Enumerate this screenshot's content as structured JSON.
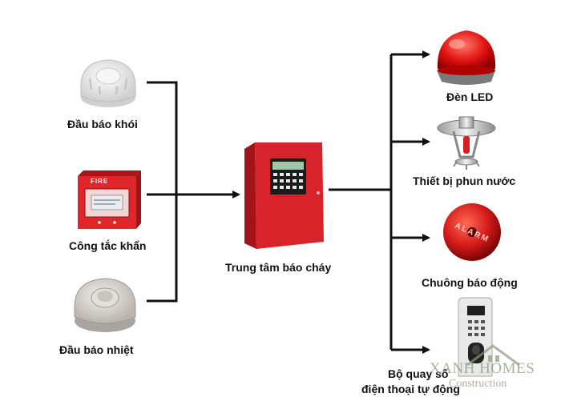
{
  "inputs": {
    "smoke_detector": "Đầu báo khói",
    "manual_call_point": "Công tắc khẩn",
    "manual_call_point_sign": "FIRE",
    "heat_detector": "Đầu báo nhiệt"
  },
  "center": {
    "panel": "Trung tâm báo cháy"
  },
  "outputs": {
    "led_light": "Đèn LED",
    "sprinkler": "Thiết bị phun nước",
    "alarm_bell": "Chuông báo động",
    "alarm_bell_text": "ALARM",
    "auto_dialer_line1": "Bộ quay số",
    "auto_dialer_line2": "điện thoại tự động"
  },
  "watermark": {
    "brand": "XANH HOMES",
    "sub": "Construction"
  },
  "colors": {
    "panel_red": "#d8232a",
    "call_point_red": "#e0262b",
    "led_red": "#e01010",
    "bell_red": "#d41a1a",
    "line": "#111111"
  }
}
